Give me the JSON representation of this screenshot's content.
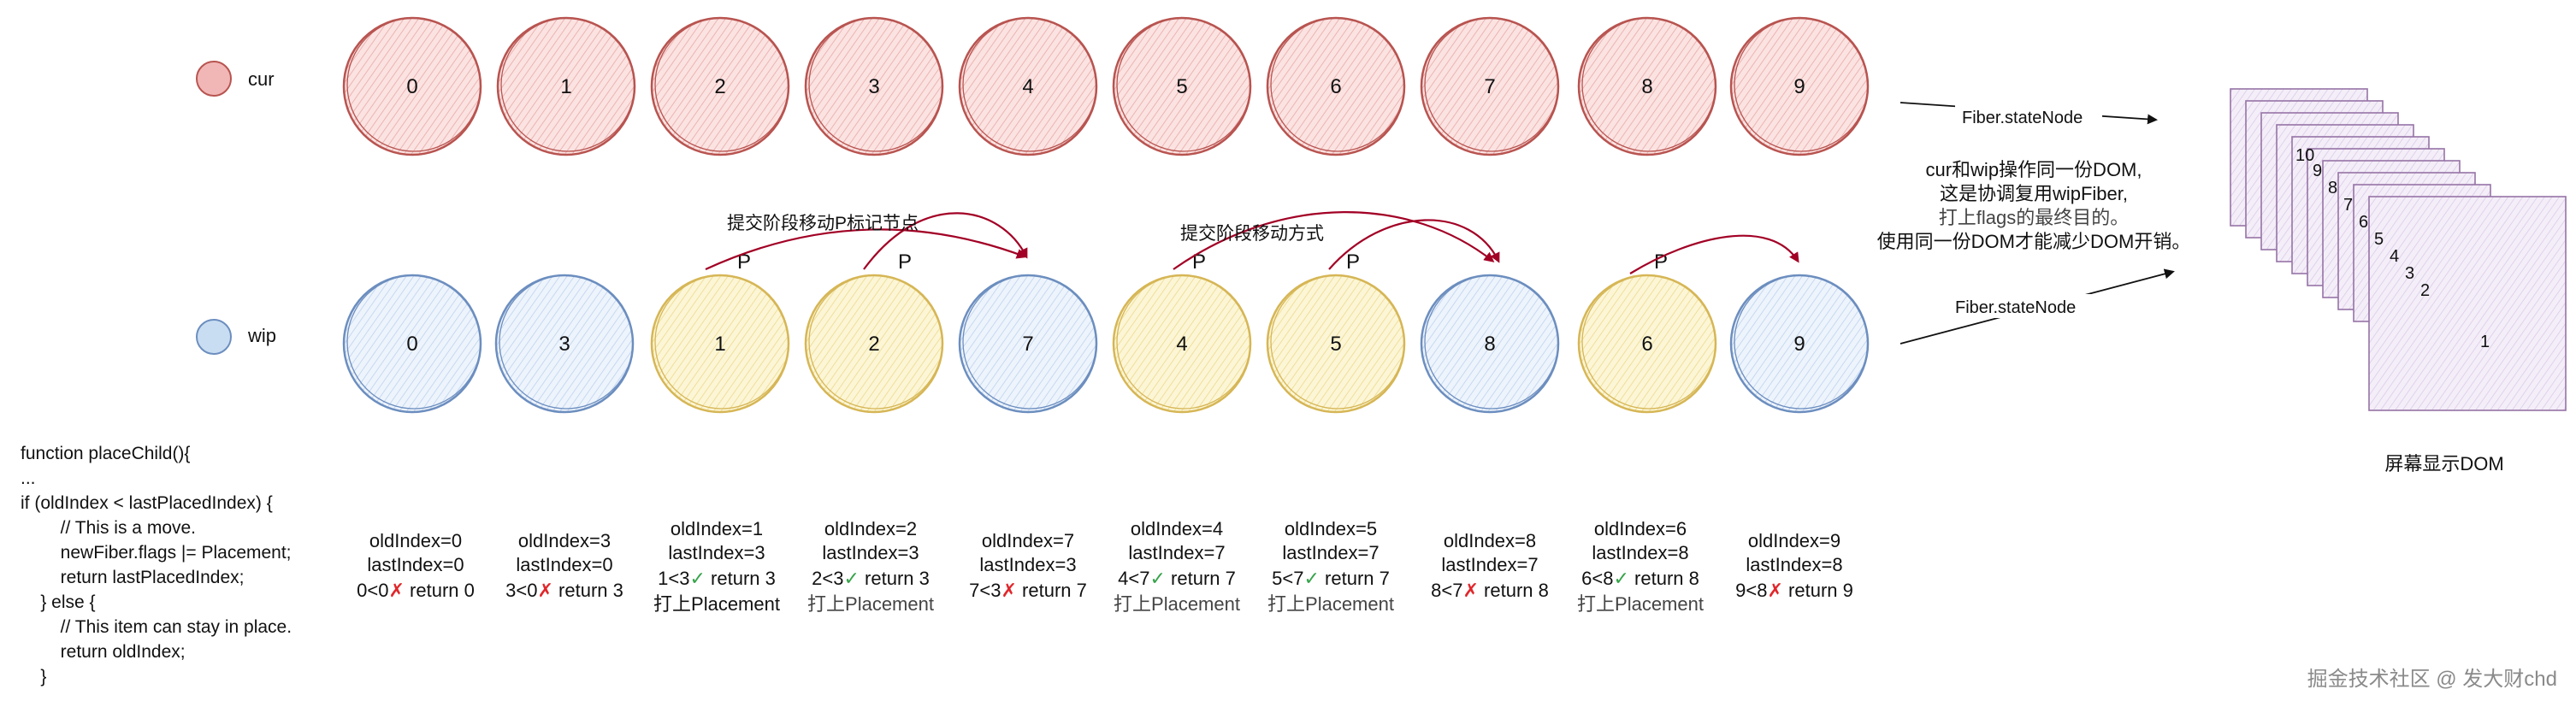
{
  "legend": [
    {
      "label": "cur",
      "fill": "#f1b7b6",
      "stroke": "#b85450"
    },
    {
      "label": "wip",
      "fill": "#c9ddf2",
      "stroke": "#6c8ebf"
    }
  ],
  "colors": {
    "red_fill": "#fbe3e2",
    "red_stroke": "#b85450",
    "blue_fill": "#e8f0fb",
    "blue_stroke": "#6c8ebf",
    "yellow_fill": "#fbf3c9",
    "yellow_stroke": "#d6b656",
    "arrow": "#a20025",
    "purple_stroke": "#9673a6",
    "purple_fill": "#efe6f5"
  },
  "cur_nodes": [
    "0",
    "1",
    "2",
    "3",
    "4",
    "5",
    "6",
    "7",
    "8",
    "9"
  ],
  "wip_nodes": [
    {
      "label": "0",
      "color": "blue"
    },
    {
      "label": "3",
      "color": "blue"
    },
    {
      "label": "1",
      "color": "yellow"
    },
    {
      "label": "2",
      "color": "yellow"
    },
    {
      "label": "7",
      "color": "blue"
    },
    {
      "label": "4",
      "color": "yellow"
    },
    {
      "label": "5",
      "color": "yellow"
    },
    {
      "label": "8",
      "color": "blue"
    },
    {
      "label": "6",
      "color": "yellow"
    },
    {
      "label": "9",
      "color": "blue"
    }
  ],
  "placement_mark": "P",
  "annotations": {
    "mark_text": "提交阶段移动P标记节点",
    "move_text": "提交阶段移动方式"
  },
  "side": {
    "state_node_top": "Fiber.stateNode",
    "state_node_bottom": "Fiber.stateNode",
    "explain_lines": [
      "cur和wip操作同一份DOM,",
      "这是协调复用wipFiber,",
      "打上flags的最终目的。",
      "使用同一份DOM才能减少DOM开销。"
    ],
    "dom_stack_labels": [
      "10",
      "9",
      "8",
      "7",
      "6",
      "5",
      "4",
      "3",
      "2",
      "1"
    ],
    "dom_caption": "屏幕显示DOM"
  },
  "code_lines": [
    "function placeChild(){",
    "...",
    "if (oldIndex < lastPlacedIndex) {",
    "        // This is a move.",
    "        newFiber.flags |= Placement;",
    "        return lastPlacedIndex;",
    "    } else {",
    "        // This item can stay in place.",
    "        return oldIndex;",
    "    }"
  ],
  "steps": [
    {
      "old": "oldIndex=0",
      "last": "lastIndex=0",
      "cmp": "0<0",
      "ok": false,
      "ret": "return 0",
      "place": ""
    },
    {
      "old": "oldIndex=3",
      "last": "lastIndex=0",
      "cmp": "3<0",
      "ok": false,
      "ret": "return 3",
      "place": ""
    },
    {
      "old": "oldIndex=1",
      "last": "lastIndex=3",
      "cmp": "1<3",
      "ok": true,
      "ret": "return 3",
      "place": "打上Placement"
    },
    {
      "old": "oldIndex=2",
      "last": "lastIndex=3",
      "cmp": "2<3",
      "ok": true,
      "ret": "return 3",
      "place": "打上Placement"
    },
    {
      "old": "oldIndex=7",
      "last": "lastIndex=3",
      "cmp": "7<3",
      "ok": false,
      "ret": "return 7",
      "place": ""
    },
    {
      "old": "oldIndex=4",
      "last": "lastIndex=7",
      "cmp": "4<7",
      "ok": true,
      "ret": "return 7",
      "place": "打上Placement"
    },
    {
      "old": "oldIndex=5",
      "last": "lastIndex=7",
      "cmp": "5<7",
      "ok": true,
      "ret": "return 7",
      "place": "打上Placement"
    },
    {
      "old": "oldIndex=8",
      "last": "lastIndex=7",
      "cmp": "8<7",
      "ok": false,
      "ret": "return 8",
      "place": ""
    },
    {
      "old": "oldIndex=6",
      "last": "lastIndex=8",
      "cmp": "6<8",
      "ok": true,
      "ret": "return 8",
      "place": "打上Placement"
    },
    {
      "old": "oldIndex=9",
      "last": "lastIndex=8",
      "cmp": "9<8",
      "ok": false,
      "ret": "return 9",
      "place": ""
    }
  ],
  "watermark": "掘金技术社区 @ 发大财chd"
}
